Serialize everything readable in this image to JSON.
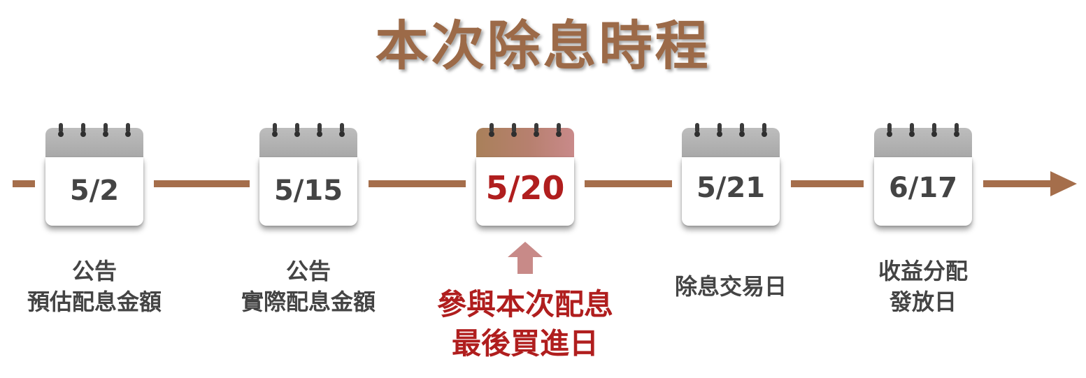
{
  "title": "本次除息時程",
  "colors": {
    "title": "#9c6a48",
    "line": "#a56e4b",
    "text": "#444444",
    "highlight": "#b01e1e",
    "calendar_header_gray": "#a8a8a8",
    "calendar_header_highlight": "#b7806f",
    "pointer_arrow": "#c88a88"
  },
  "events": [
    {
      "date": "5/2",
      "lines": [
        "公告",
        "預估配息金額"
      ],
      "highlight": false
    },
    {
      "date": "5/15",
      "lines": [
        "公告",
        "實際配息金額"
      ],
      "highlight": false
    },
    {
      "date": "5/20",
      "lines": [
        "參與本次配息",
        "最後買進日"
      ],
      "highlight": true
    },
    {
      "date": "5/21",
      "lines": [
        "除息交易日"
      ],
      "highlight": false
    },
    {
      "date": "6/17",
      "lines": [
        "收益分配",
        "發放日"
      ],
      "highlight": false
    }
  ]
}
